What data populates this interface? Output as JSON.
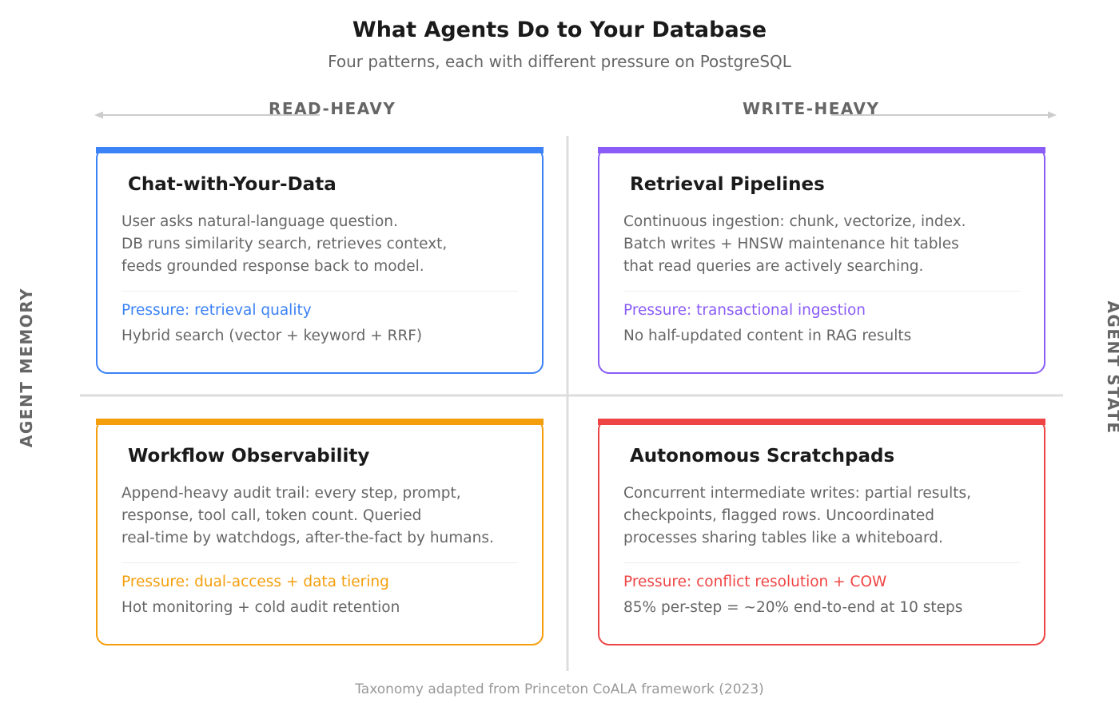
{
  "title": "What Agents Do to Your Database",
  "subtitle": "Four patterns, each with different pressure on PostgreSQL",
  "axes": {
    "horizontal_left": "READ-HEAVY",
    "horizontal_right": "WRITE-HEAVY",
    "vertical_left": "AGENT MEMORY",
    "vertical_right": "AGENT STATE"
  },
  "quadrants": {
    "top_left": {
      "title": "Chat-with-Your-Data",
      "color": "#3b82f6",
      "desc": [
        "User asks natural-language question.",
        "DB runs similarity search, retrieves context,",
        "feeds grounded response back to model."
      ],
      "pressure": "Pressure: retrieval quality",
      "note": "Hybrid search (vector + keyword + RRF)"
    },
    "top_right": {
      "title": "Retrieval Pipelines",
      "color": "#8b5cf6",
      "desc": [
        "Continuous ingestion: chunk, vectorize, index.",
        "Batch writes + HNSW maintenance hit tables",
        "that read queries are actively searching."
      ],
      "pressure": "Pressure: transactional ingestion",
      "note": "No half-updated content in RAG results"
    },
    "bottom_left": {
      "title": "Workflow Observability",
      "color": "#f59e0b",
      "desc": [
        "Append-heavy audit trail: every step, prompt,",
        "response, tool call, token count. Queried",
        "real-time by watchdogs, after-the-fact by humans."
      ],
      "pressure": "Pressure: dual-access + data tiering",
      "note": "Hot monitoring + cold audit retention"
    },
    "bottom_right": {
      "title": "Autonomous Scratchpads",
      "color": "#ef4444",
      "desc": [
        "Concurrent intermediate writes: partial results,",
        "checkpoints, flagged rows. Uncoordinated",
        "processes sharing tables like a whiteboard."
      ],
      "pressure": "Pressure: conflict resolution + COW",
      "note": "85% per-step = ~20% end-to-end at 10 steps"
    }
  },
  "footer": "Taxonomy adapted from Princeton CoALA framework (2023)",
  "colors": {
    "axis_line": "#cccccc",
    "divider": "#dddddd"
  }
}
